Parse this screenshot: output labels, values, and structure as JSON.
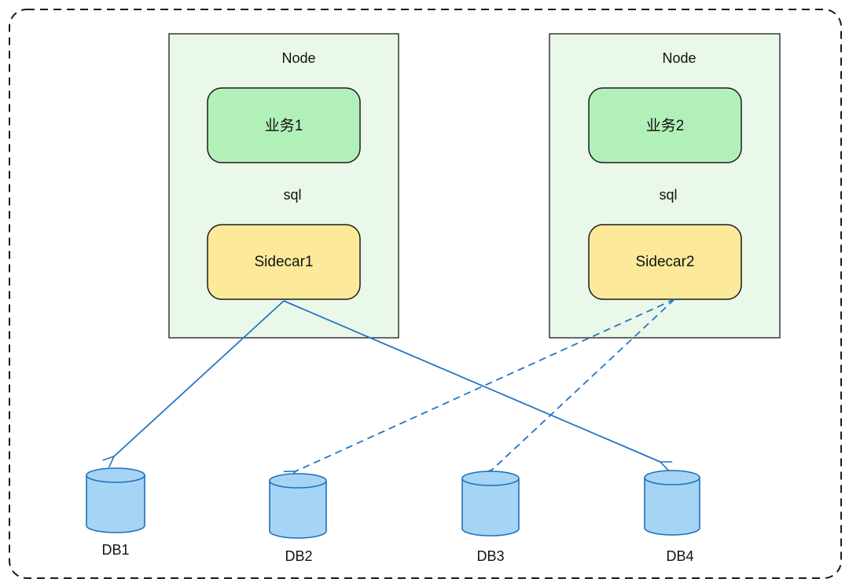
{
  "nodes": [
    {
      "label": "Node",
      "service": "业务1",
      "protocol": "sql",
      "sidecar": "Sidecar1"
    },
    {
      "label": "Node",
      "service": "业务2",
      "protocol": "sql",
      "sidecar": "Sidecar2"
    }
  ],
  "databases": [
    {
      "label": "DB1"
    },
    {
      "label": "DB2"
    },
    {
      "label": "DB3"
    },
    {
      "label": "DB4"
    }
  ],
  "connections": [
    {
      "from": "Sidecar1",
      "to": "DB1",
      "style": "solid"
    },
    {
      "from": "Sidecar1",
      "to": "DB4",
      "style": "solid"
    },
    {
      "from": "Sidecar2",
      "to": "DB2",
      "style": "dashed"
    },
    {
      "from": "Sidecar2",
      "to": "DB3",
      "style": "dashed"
    }
  ],
  "colors": {
    "node_fill": "#eaf8ea",
    "service_fill": "#b2f0b9",
    "sidecar_fill": "#fce99a",
    "db_fill": "#a6d4f5",
    "db_stroke": "#1f6fb8",
    "connector": "#2574c4",
    "border": "#1a1a1a"
  }
}
